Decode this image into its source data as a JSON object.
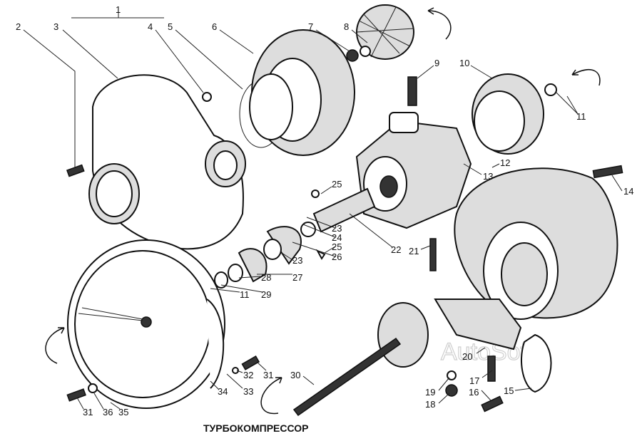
{
  "title": "ТУРБОКОМПРЕССОР",
  "watermark": "AutoSoft",
  "labels": [
    "1",
    "2",
    "3",
    "4",
    "5",
    "6",
    "7",
    "8",
    "9",
    "10",
    "11",
    "12",
    "13",
    "14",
    "25",
    "22",
    "21",
    "23",
    "24",
    "25",
    "26",
    "23",
    "27",
    "28",
    "29",
    "11",
    "20",
    "17",
    "15",
    "19",
    "18",
    "16",
    "30",
    "31",
    "32",
    "33",
    "34",
    "31",
    "36",
    "35"
  ]
}
